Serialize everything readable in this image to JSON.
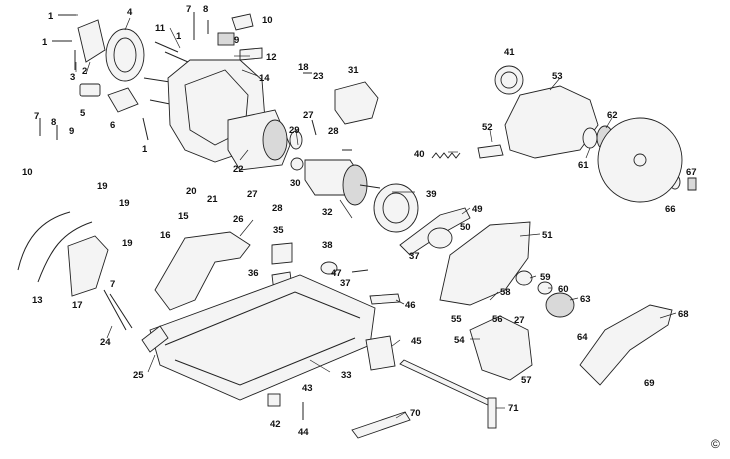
{
  "diagram": {
    "type": "exploded-parts-view",
    "copyright_mark": "©",
    "labels": [
      {
        "id": "p1a",
        "text": "1"
      },
      {
        "id": "p1b",
        "text": "1"
      },
      {
        "id": "p1c",
        "text": "1"
      },
      {
        "id": "p1d",
        "text": "1"
      },
      {
        "id": "p2",
        "text": "2"
      },
      {
        "id": "p3",
        "text": "3"
      },
      {
        "id": "p4",
        "text": "4"
      },
      {
        "id": "p5",
        "text": "5"
      },
      {
        "id": "p6",
        "text": "6"
      },
      {
        "id": "p7a",
        "text": "7"
      },
      {
        "id": "p7b",
        "text": "7"
      },
      {
        "id": "p7c",
        "text": "7"
      },
      {
        "id": "p8a",
        "text": "8"
      },
      {
        "id": "p8b",
        "text": "8"
      },
      {
        "id": "p9a",
        "text": "9"
      },
      {
        "id": "p9b",
        "text": "9"
      },
      {
        "id": "p10a",
        "text": "10"
      },
      {
        "id": "p10b",
        "text": "10"
      },
      {
        "id": "p11",
        "text": "11"
      },
      {
        "id": "p12",
        "text": "12"
      },
      {
        "id": "p13",
        "text": "13"
      },
      {
        "id": "p14",
        "text": "14"
      },
      {
        "id": "p15",
        "text": "15"
      },
      {
        "id": "p16",
        "text": "16"
      },
      {
        "id": "p17",
        "text": "17"
      },
      {
        "id": "p18",
        "text": "18"
      },
      {
        "id": "p19a",
        "text": "19"
      },
      {
        "id": "p19b",
        "text": "19"
      },
      {
        "id": "p19c",
        "text": "19"
      },
      {
        "id": "p20",
        "text": "20"
      },
      {
        "id": "p21",
        "text": "21"
      },
      {
        "id": "p22",
        "text": "22"
      },
      {
        "id": "p23",
        "text": "23"
      },
      {
        "id": "p24",
        "text": "24"
      },
      {
        "id": "p25",
        "text": "25"
      },
      {
        "id": "p26",
        "text": "26"
      },
      {
        "id": "p27a",
        "text": "27"
      },
      {
        "id": "p27b",
        "text": "27"
      },
      {
        "id": "p27c",
        "text": "27"
      },
      {
        "id": "p28a",
        "text": "28"
      },
      {
        "id": "p28b",
        "text": "28"
      },
      {
        "id": "p29",
        "text": "29"
      },
      {
        "id": "p30",
        "text": "30"
      },
      {
        "id": "p31",
        "text": "31"
      },
      {
        "id": "p32",
        "text": "32"
      },
      {
        "id": "p33",
        "text": "33"
      },
      {
        "id": "p35",
        "text": "35"
      },
      {
        "id": "p36",
        "text": "36"
      },
      {
        "id": "p37a",
        "text": "37"
      },
      {
        "id": "p37b",
        "text": "37"
      },
      {
        "id": "p38",
        "text": "38"
      },
      {
        "id": "p39",
        "text": "39"
      },
      {
        "id": "p40",
        "text": "40"
      },
      {
        "id": "p41",
        "text": "41"
      },
      {
        "id": "p42",
        "text": "42"
      },
      {
        "id": "p43",
        "text": "43"
      },
      {
        "id": "p44",
        "text": "44"
      },
      {
        "id": "p45",
        "text": "45"
      },
      {
        "id": "p46",
        "text": "46"
      },
      {
        "id": "p47",
        "text": "47"
      },
      {
        "id": "p49",
        "text": "49"
      },
      {
        "id": "p50",
        "text": "50"
      },
      {
        "id": "p51",
        "text": "51"
      },
      {
        "id": "p52",
        "text": "52"
      },
      {
        "id": "p53",
        "text": "53"
      },
      {
        "id": "p54",
        "text": "54"
      },
      {
        "id": "p55",
        "text": "55"
      },
      {
        "id": "p56",
        "text": "56"
      },
      {
        "id": "p57",
        "text": "57"
      },
      {
        "id": "p58",
        "text": "58"
      },
      {
        "id": "p59",
        "text": "59"
      },
      {
        "id": "p60",
        "text": "60"
      },
      {
        "id": "p61",
        "text": "61"
      },
      {
        "id": "p62",
        "text": "62"
      },
      {
        "id": "p63",
        "text": "63"
      },
      {
        "id": "p64",
        "text": "64"
      },
      {
        "id": "p66",
        "text": "66"
      },
      {
        "id": "p67",
        "text": "67"
      },
      {
        "id": "p68",
        "text": "68"
      },
      {
        "id": "p69",
        "text": "69"
      },
      {
        "id": "p70",
        "text": "70"
      },
      {
        "id": "p71",
        "text": "71"
      }
    ]
  }
}
